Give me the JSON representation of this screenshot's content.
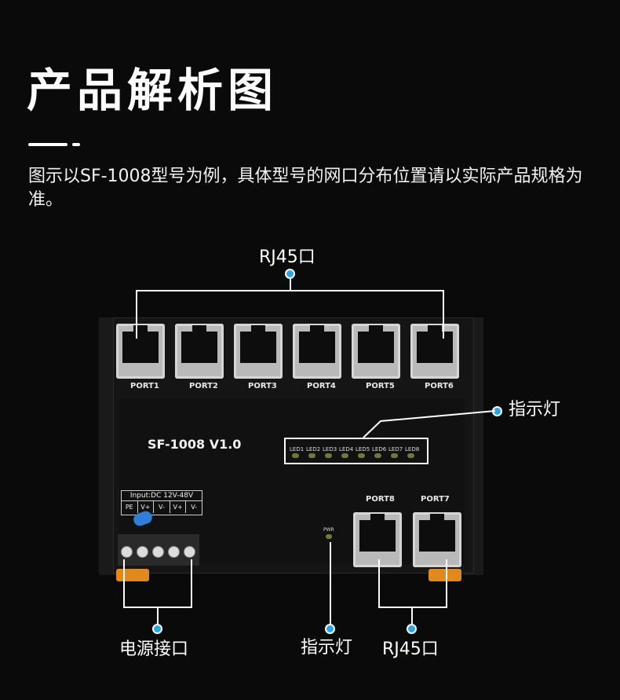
{
  "header": {
    "title": "产品解析图",
    "description": "图示以SF-1008型号为例，具体型号的网口分布位置请以实际产品规格为准。"
  },
  "device": {
    "model": "SF-1008 V1.0",
    "top_ports": [
      "PORT1",
      "PORT2",
      "PORT3",
      "PORT4",
      "PORT5",
      "PORT6"
    ],
    "bottom_ports": [
      "PORT8",
      "PORT7"
    ],
    "leds": [
      "LED1",
      "LED2",
      "LED3",
      "LED4",
      "LED5",
      "LED6",
      "LED7",
      "LED8"
    ],
    "power_led": "PWR",
    "terminal": {
      "input": "Input:DC 12V-48V",
      "pins": [
        "PE",
        "V+",
        "V-",
        "V+",
        "V-"
      ]
    }
  },
  "callouts": {
    "rj45_top": "RJ45口",
    "indicator_right": "指示灯",
    "power": "电源接口",
    "indicator_bottom": "指示灯",
    "rj45_bottom": "RJ45口"
  },
  "colors": {
    "accent_dot": "#27a6e8",
    "background": "#0a0a0a"
  }
}
